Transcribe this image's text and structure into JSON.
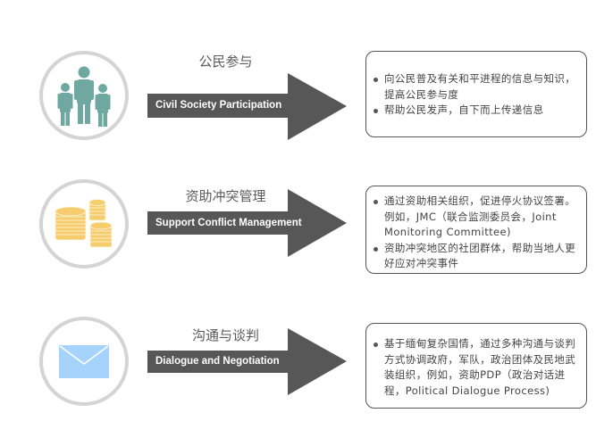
{
  "rows": [
    {
      "icon": "people-icon",
      "title_zh": "公民参与",
      "label_en": "Civil Society Participation",
      "bullets": [
        "向公民普及有关和平进程的信息与知识，提高公民参与度",
        "帮助公民发声，自下而上传递信息"
      ]
    },
    {
      "icon": "coins-icon",
      "title_zh": "资助冲突管理",
      "label_en": "Support Conflict Management",
      "bullets": [
        "通过资助相关组织，促进停火协议签署。例如，JMC（联合监测委员会，Joint Monitoring Committee)",
        "资助冲突地区的社团群体，帮助当地人更好应对冲突事件"
      ]
    },
    {
      "icon": "envelope-icon",
      "title_zh": "沟通与谈判",
      "label_en": "Dialogue and Negotiation",
      "bullets": [
        "基于缅甸复杂国情，通过多种沟通与谈判方式协调政府，军队，政治团体及民地武装组织，例如，资助PDP（政治对话进程，Political Dialogue Process)"
      ]
    }
  ],
  "colors": {
    "arrow": "#575757",
    "people": "#6fa8a0",
    "coins": "#f5cd6e",
    "envelope": "#a6d3fb",
    "circle_border": "#d4d4d4"
  }
}
